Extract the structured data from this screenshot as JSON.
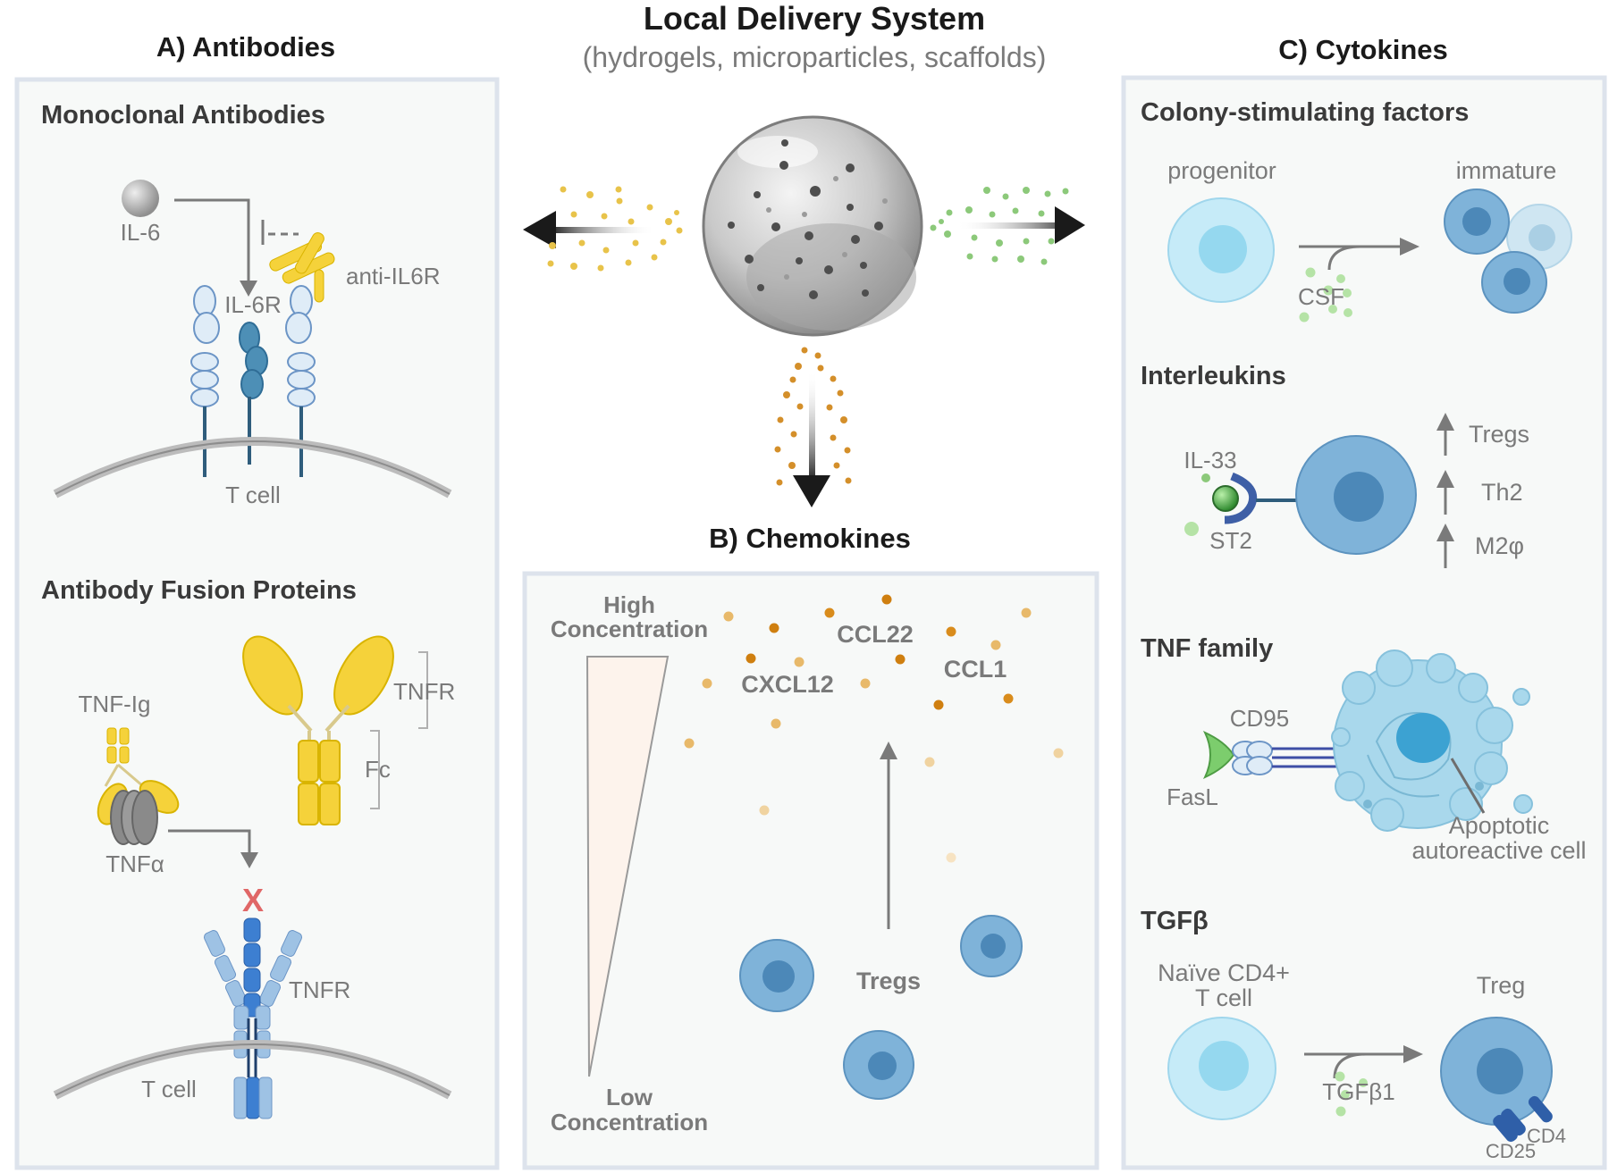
{
  "header": {
    "title": "Local Delivery System",
    "subtitle": "(hydrogels, microparticles, scaffolds)"
  },
  "panel_a": {
    "title": "A) Antibodies",
    "monoclonal": {
      "heading": "Monoclonal Antibodies",
      "il6": "IL-6",
      "il6r": "IL-6R",
      "anti_il6r": "anti-IL6R",
      "t_cell": "T cell"
    },
    "fusion": {
      "heading": "Antibody Fusion Proteins",
      "tnf_ig": "TNF-Ig",
      "tnfr_top": "TNFR",
      "fc": "Fc",
      "tnfa": "TNFα",
      "blocked_mark": "X",
      "tnfr_receptor": "TNFR",
      "t_cell": "T cell"
    }
  },
  "panel_b": {
    "title": "B) Chemokines",
    "high": [
      "High",
      "Concentration"
    ],
    "low": [
      "Low",
      "Concentration"
    ],
    "ccl22": "CCL22",
    "cxcl12": "CXCL12",
    "ccl1": "CCL1",
    "tregs": "Tregs"
  },
  "panel_c": {
    "title": "C) Cytokines",
    "csf": {
      "heading": "Colony-stimulating factors",
      "progenitor": "progenitor",
      "immature": "immature",
      "csf": "CSF"
    },
    "interleukins": {
      "heading": "Interleukins",
      "il33": "IL-33",
      "st2": "ST2",
      "outcomes": [
        "Tregs",
        "Th2",
        "M2φ"
      ]
    },
    "tnf": {
      "heading": "TNF family",
      "cd95": "CD95",
      "fasl": "FasL",
      "apoptotic": [
        "Apoptotic",
        "autoreactive cell"
      ]
    },
    "tgfb": {
      "heading": "TGFβ",
      "naive": [
        "Naïve CD4+",
        "T cell"
      ],
      "treg": "Treg",
      "tgfb1": "TGFβ1",
      "cd4": "CD4",
      "cd25": "CD25"
    }
  },
  "colors": {
    "panel_border": "#dde3ec",
    "panel_fill": "#f7f9f8",
    "cell_light": "#bfe8f7",
    "cell_blue": "#7fb3d9",
    "gold": "#f5d23a",
    "green_particle": "#8cc97a",
    "orange_particle": "#d48f2a",
    "block": "#e06767"
  }
}
